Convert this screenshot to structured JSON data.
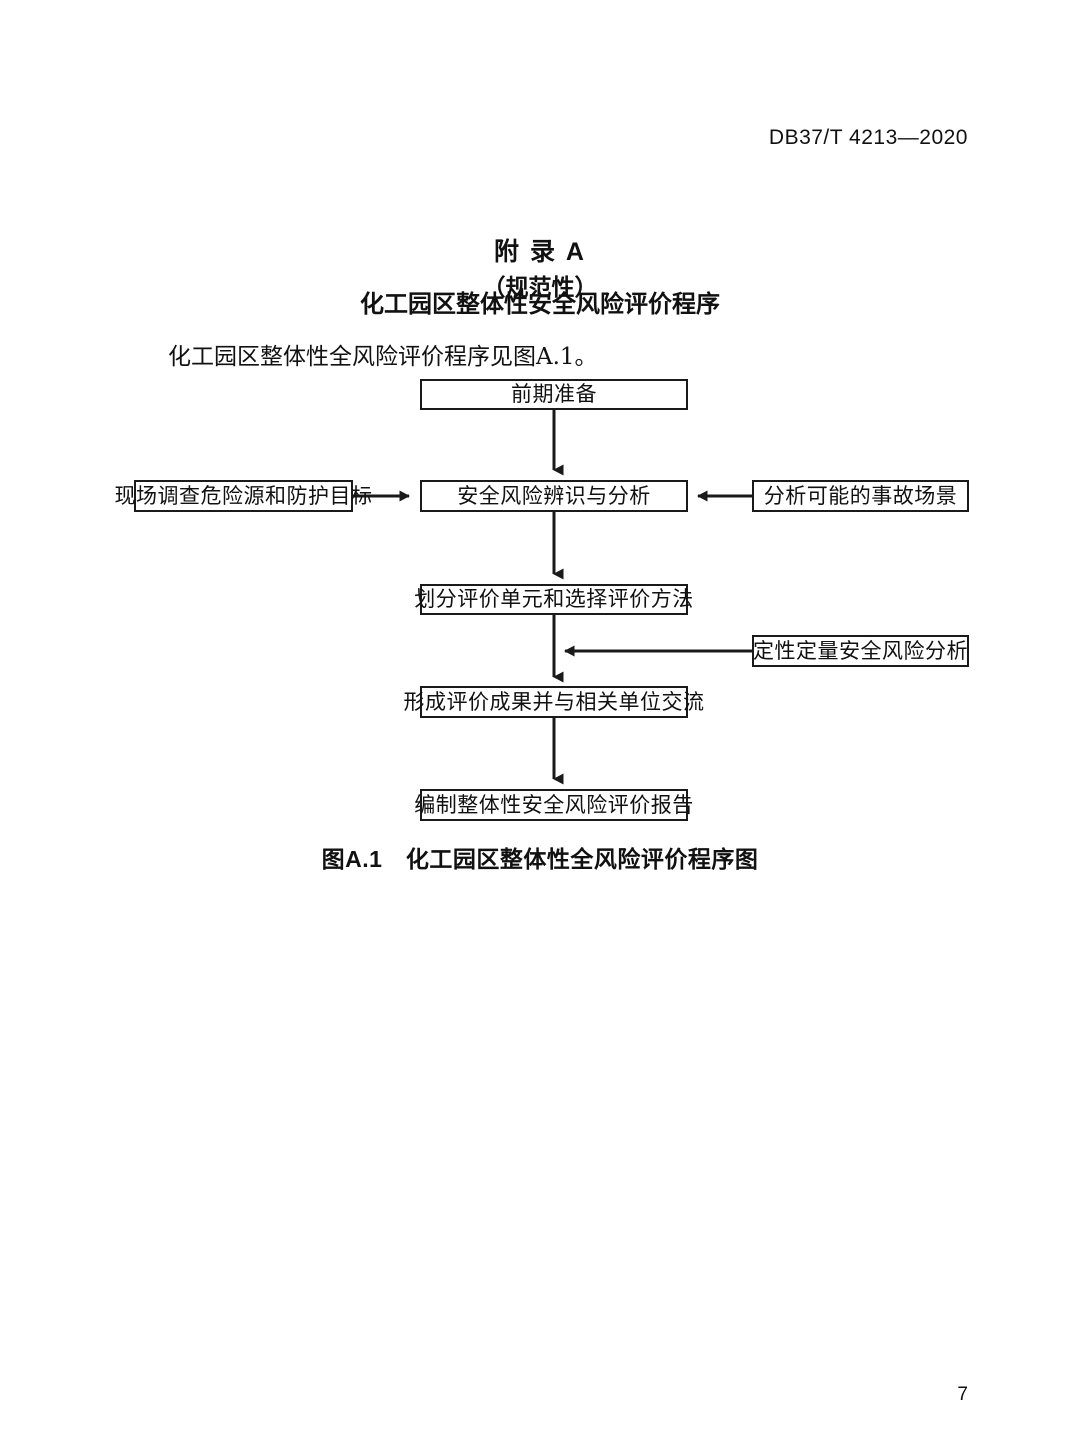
{
  "document": {
    "standard_number": "DB37/T 4213—2020",
    "page_number": "7"
  },
  "annex": {
    "label": "附  录  A",
    "kind": "（规范性）",
    "title": "化工园区整体性安全风险评价程序",
    "intro": "化工园区整体性全风险评价程序见图A.1。"
  },
  "figure": {
    "caption": "图A.1　化工园区整体性全风险评价程序图",
    "type": "flowchart",
    "nodes": [
      {
        "id": "prep",
        "label": "前期准备"
      },
      {
        "id": "survey",
        "label": "现场调查危险源和防护目标"
      },
      {
        "id": "identify",
        "label": "安全风险辨识与分析"
      },
      {
        "id": "scenario",
        "label": "分析可能的事故场景"
      },
      {
        "id": "units",
        "label": "划分评价单元和选择评价方法"
      },
      {
        "id": "quant",
        "label": "定性定量安全风险分析"
      },
      {
        "id": "results",
        "label": "形成评价成果并与相关单位交流"
      },
      {
        "id": "report",
        "label": "编制整体性安全风险评价报告"
      }
    ],
    "edges": [
      {
        "from": "prep",
        "to": "identify",
        "direction": "down"
      },
      {
        "from": "survey",
        "to": "identify",
        "direction": "right"
      },
      {
        "from": "scenario",
        "to": "identify",
        "direction": "left"
      },
      {
        "from": "identify",
        "to": "units",
        "direction": "down"
      },
      {
        "from": "units",
        "to": "results",
        "direction": "down"
      },
      {
        "from": "quant",
        "to": "results",
        "direction": "left"
      },
      {
        "from": "results",
        "to": "report",
        "direction": "down"
      }
    ],
    "line_color": "#1a1a1a"
  }
}
